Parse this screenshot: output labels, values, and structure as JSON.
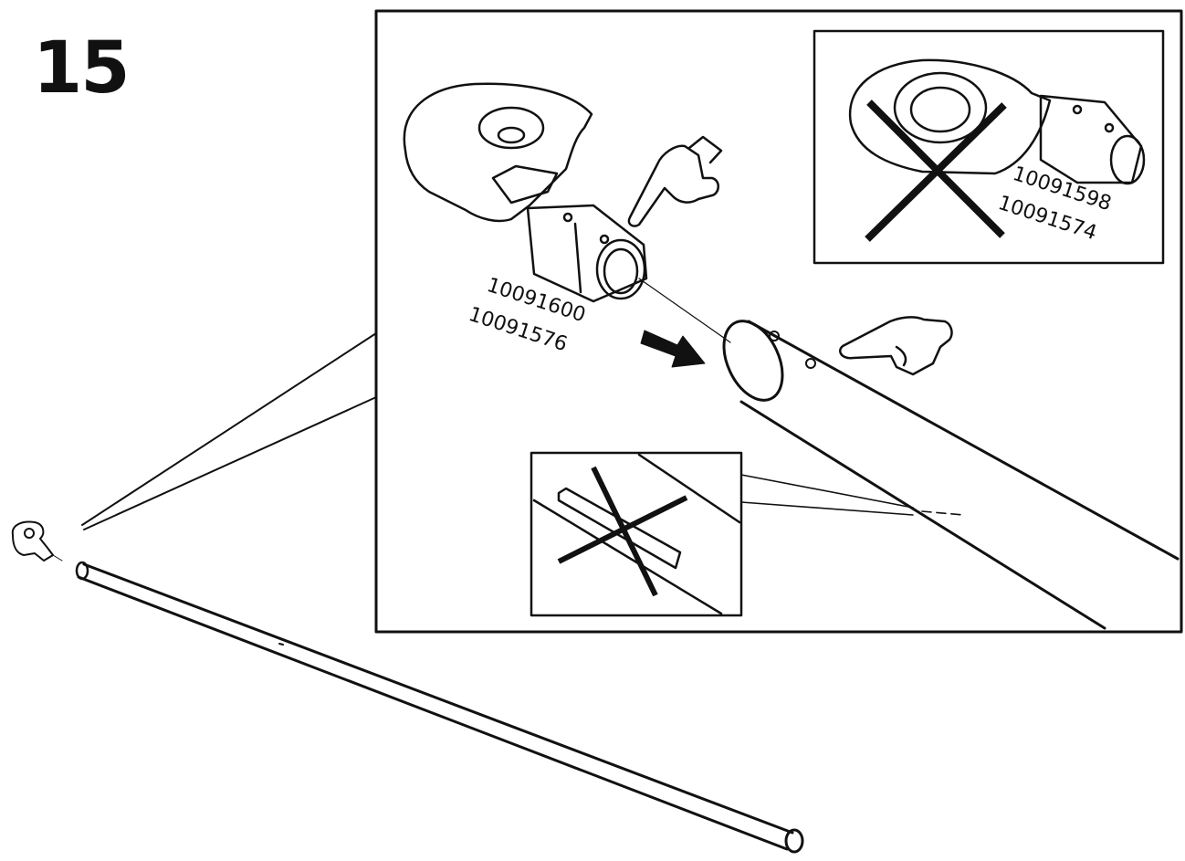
{
  "step": {
    "number": "15"
  },
  "main_part": {
    "codes": [
      "10091600",
      "10091576"
    ]
  },
  "wrong_part_inset": {
    "codes": [
      "10091598",
      "10091574"
    ]
  },
  "icons": [
    "pointing-hand-icon",
    "arrow-icon",
    "cross-mark-icon"
  ],
  "colors": {
    "ink": "#111111",
    "background": "#ffffff"
  }
}
